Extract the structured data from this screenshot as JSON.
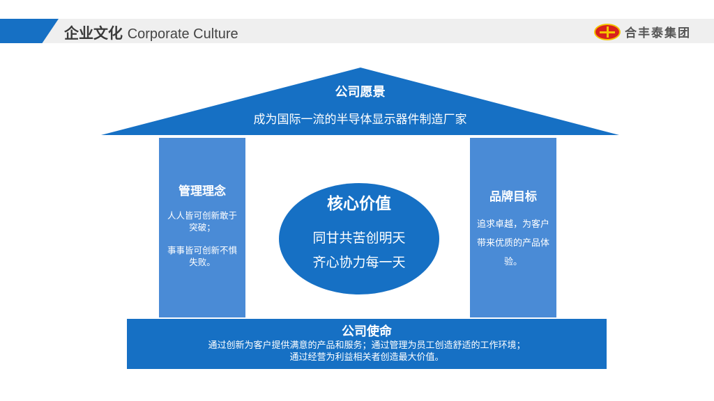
{
  "header": {
    "title_cn": "企业文化",
    "title_en": "Corporate Culture",
    "logo_text": "合丰泰集团"
  },
  "vision": {
    "title": "公司愿景",
    "text": "成为国际一流的半导体显示器件制造厂家"
  },
  "management": {
    "title": "管理理念",
    "lines": [
      "人人皆可创新敢于突破；",
      "事事皆可创新不惧失败。"
    ]
  },
  "core": {
    "title": "核心价值",
    "lines": [
      "同甘共苦创明天",
      "齐心协力每一天"
    ]
  },
  "brand": {
    "title": "品牌目标",
    "text": "追求卓越，为客户带来优质的产品体验。"
  },
  "mission": {
    "title": "公司使命",
    "lines": [
      "通过创新为客户提供满意的产品和服务；通过管理为员工创造舒适的工作环境；",
      "通过经营为利益相关者创造最大价值。"
    ]
  },
  "colors": {
    "primary": "#1670c4",
    "pillar": "#4a8bd6",
    "band": "#efefef"
  }
}
